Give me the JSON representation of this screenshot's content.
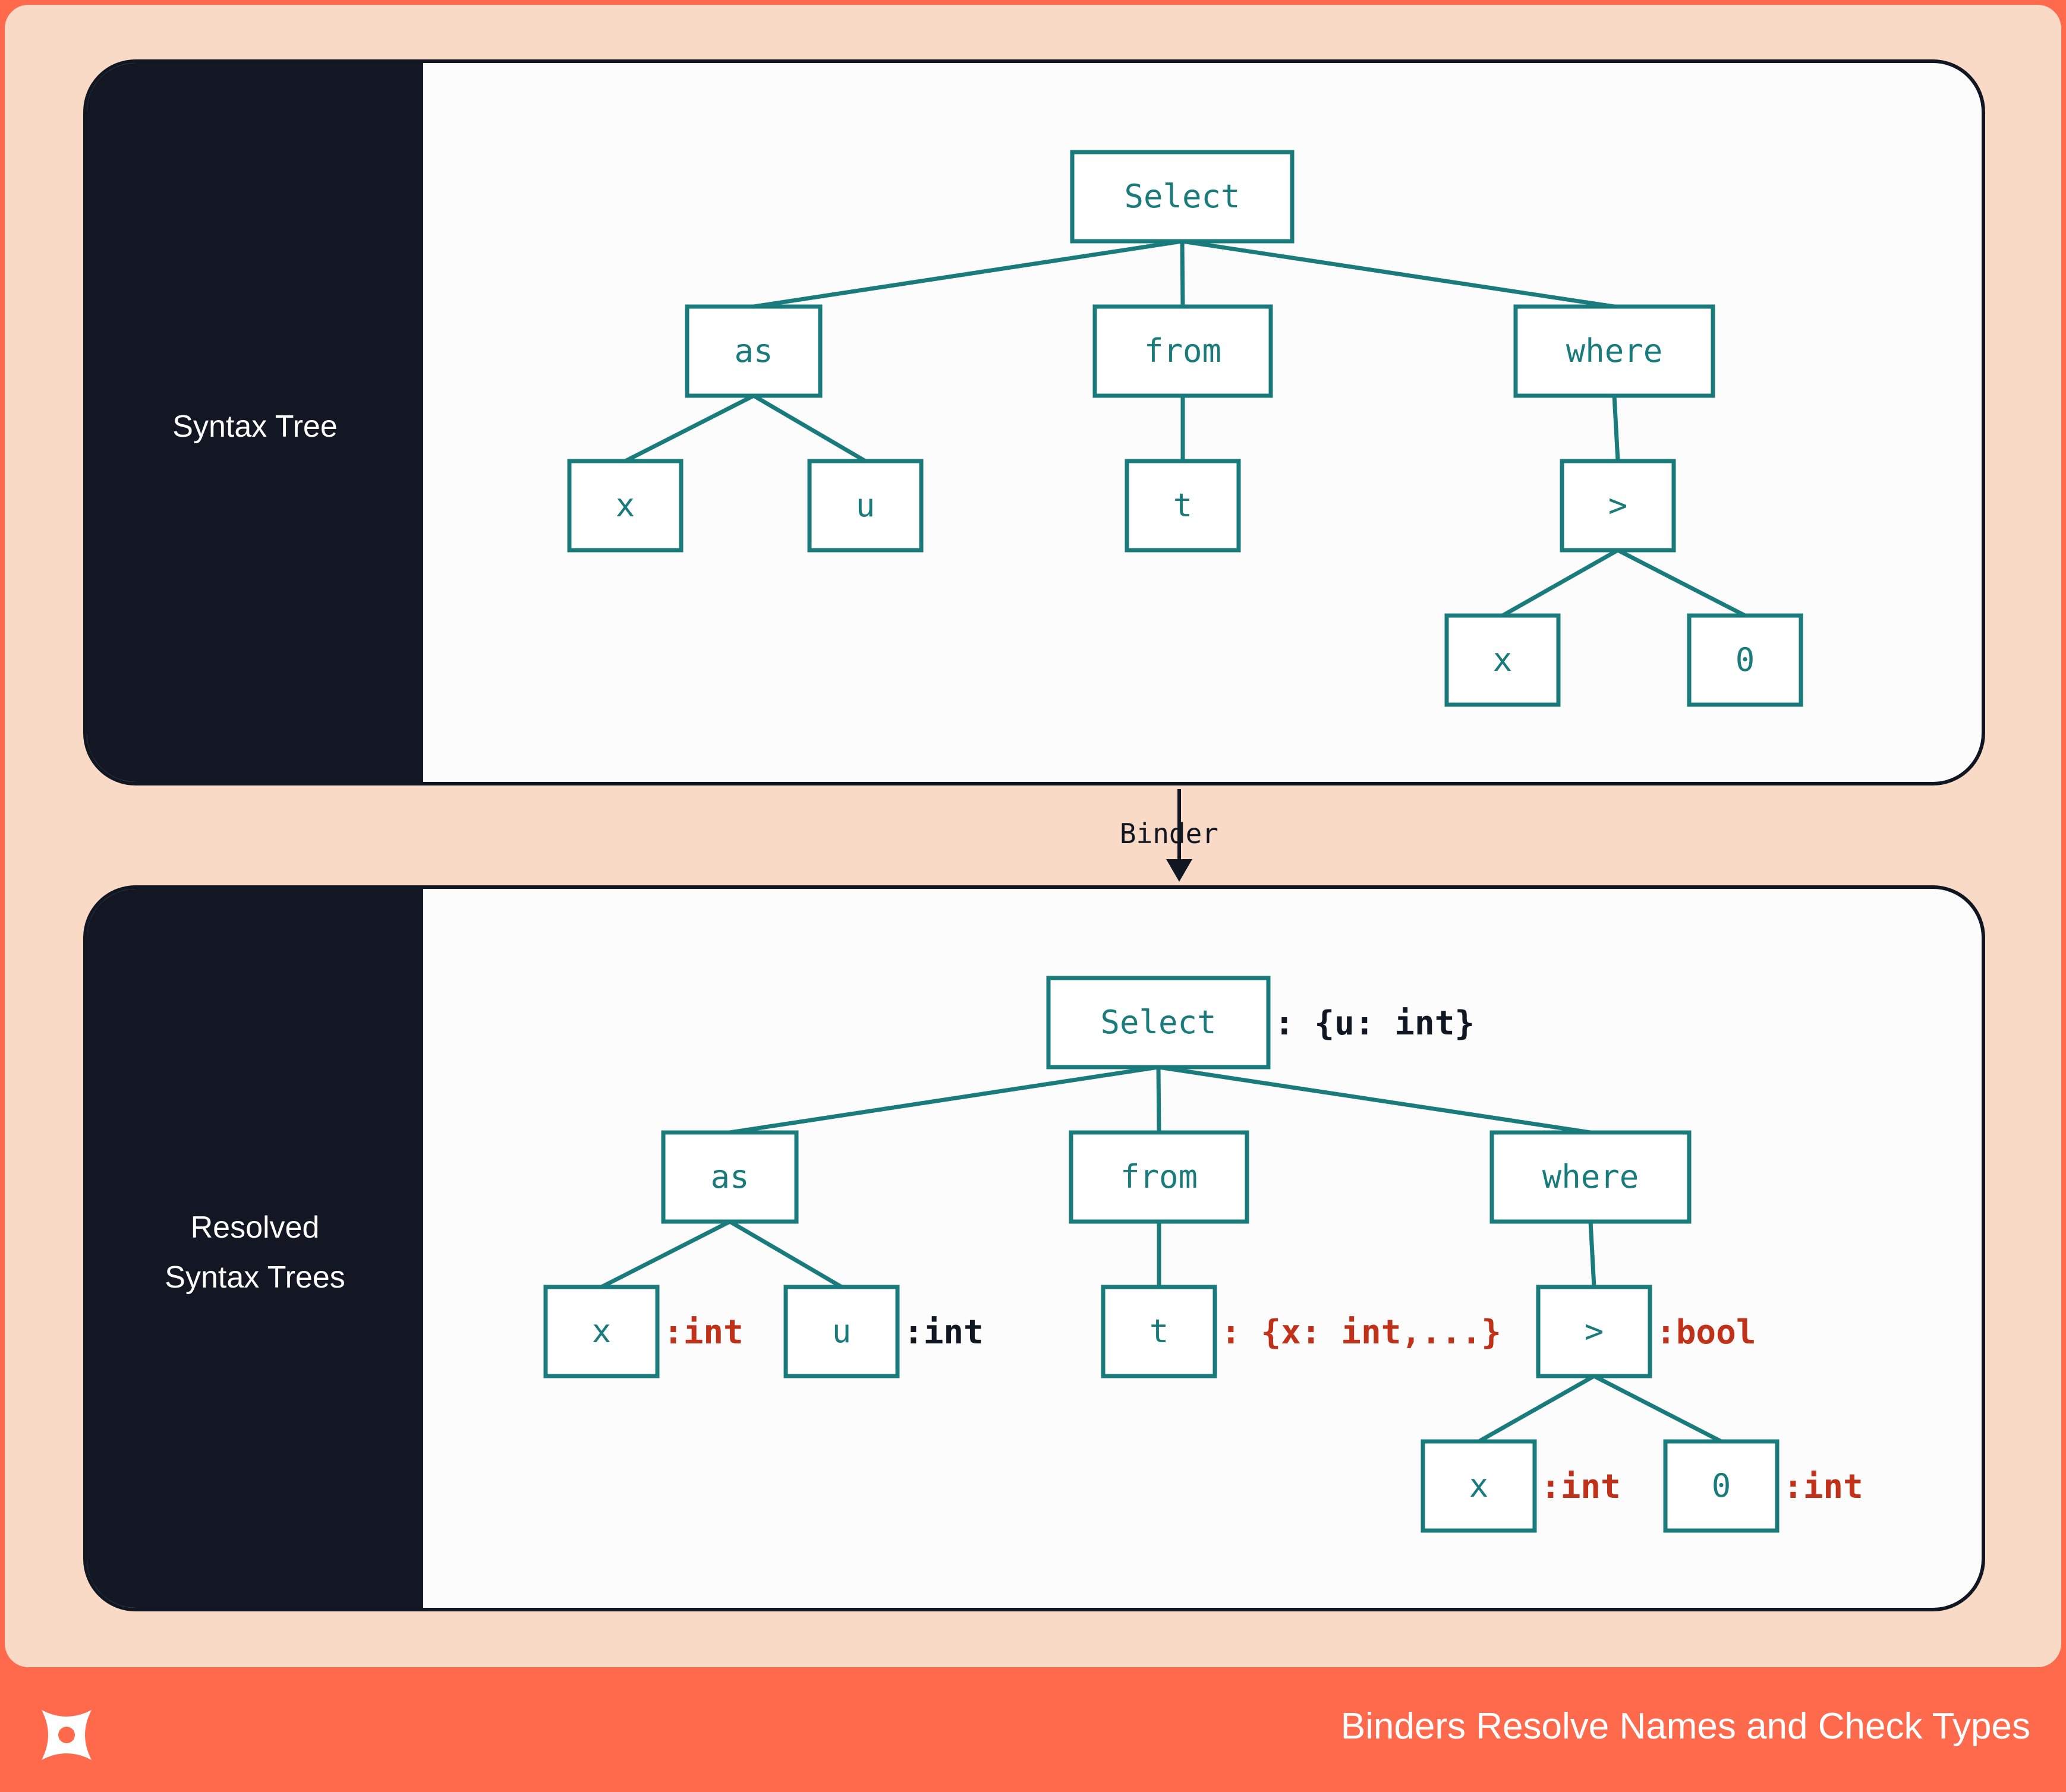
{
  "footer": {
    "title": "Binders Resolve Names and Check Types",
    "logo_icon": "x-logo-icon"
  },
  "binder": {
    "label": "Binder"
  },
  "colors": {
    "node": "#1A7B7D",
    "type_new": "#C0311A",
    "type_known": "#111722",
    "accent": "#FF6A4D"
  },
  "panels": [
    {
      "label_lines": [
        "Syntax Tree"
      ],
      "nodes": [
        {
          "id": "select",
          "label": "Select"
        },
        {
          "id": "as",
          "label": "as"
        },
        {
          "id": "from",
          "label": "from"
        },
        {
          "id": "where",
          "label": "where"
        },
        {
          "id": "x1",
          "label": "x"
        },
        {
          "id": "u",
          "label": "u"
        },
        {
          "id": "t",
          "label": "t"
        },
        {
          "id": "gt",
          "label": ">"
        },
        {
          "id": "x2",
          "label": "x"
        },
        {
          "id": "zero",
          "label": "0"
        }
      ],
      "edges": [
        [
          "select",
          "as"
        ],
        [
          "select",
          "from"
        ],
        [
          "select",
          "where"
        ],
        [
          "as",
          "x1"
        ],
        [
          "as",
          "u"
        ],
        [
          "from",
          "t"
        ],
        [
          "where",
          "gt"
        ],
        [
          "gt",
          "x2"
        ],
        [
          "gt",
          "zero"
        ]
      ],
      "annotations": []
    },
    {
      "label_lines": [
        "Resolved",
        "Syntax Trees"
      ],
      "nodes": [
        {
          "id": "select",
          "label": "Select"
        },
        {
          "id": "as",
          "label": "as"
        },
        {
          "id": "from",
          "label": "from"
        },
        {
          "id": "where",
          "label": "where"
        },
        {
          "id": "x1",
          "label": "x"
        },
        {
          "id": "u",
          "label": "u"
        },
        {
          "id": "t",
          "label": "t"
        },
        {
          "id": "gt",
          "label": ">"
        },
        {
          "id": "x2",
          "label": "x"
        },
        {
          "id": "zero",
          "label": "0"
        }
      ],
      "edges": [
        [
          "select",
          "as"
        ],
        [
          "select",
          "from"
        ],
        [
          "select",
          "where"
        ],
        [
          "as",
          "x1"
        ],
        [
          "as",
          "u"
        ],
        [
          "from",
          "t"
        ],
        [
          "where",
          "gt"
        ],
        [
          "gt",
          "x2"
        ],
        [
          "gt",
          "zero"
        ]
      ],
      "annotations": [
        {
          "node": "select",
          "text": ": {u: int}",
          "kind": "known"
        },
        {
          "node": "x1",
          "text": ":int",
          "kind": "new"
        },
        {
          "node": "u",
          "text": ":int",
          "kind": "known"
        },
        {
          "node": "t",
          "text": ": {x: int,...}",
          "kind": "new"
        },
        {
          "node": "gt",
          "text": ":bool",
          "kind": "new"
        },
        {
          "node": "x2",
          "text": ":int",
          "kind": "new"
        },
        {
          "node": "zero",
          "text": ":int",
          "kind": "new"
        }
      ]
    }
  ]
}
